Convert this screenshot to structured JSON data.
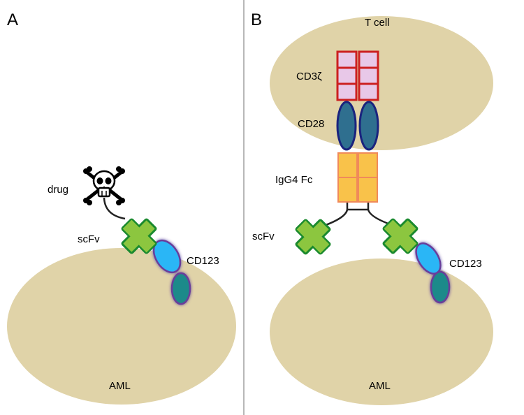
{
  "panels": {
    "a": {
      "letter": "A",
      "labels": {
        "drug": "drug",
        "scfv": "scFv",
        "cd123": "CD123",
        "aml": "AML"
      }
    },
    "b": {
      "letter": "B",
      "labels": {
        "tcell": "T cell",
        "cd3z": "CD3ζ",
        "cd28": "CD28",
        "igg4": "IgG4 Fc",
        "scfv": "scFv",
        "cd123": "CD123",
        "aml": "AML"
      }
    }
  },
  "colors": {
    "cell": "#e0d3a8",
    "divider": "#a0a0a0",
    "scfv_fill": "#8cc63f",
    "scfv_stroke": "#1a8a2e",
    "cd123_light": "#29b6f6",
    "cd123_dark": "#1e8a8a",
    "cd123_outline": "#6a3d9a",
    "cd3z_fill": "#e8c8e8",
    "cd3z_stroke": "#cc2020",
    "cd28_fill": "#2f6f8f",
    "cd28_stroke": "#1a237e",
    "igg4_fill": "#f9c24a",
    "igg4_stroke": "#f08a5a"
  },
  "icons": {
    "drug": "skull-crossbones-icon"
  }
}
